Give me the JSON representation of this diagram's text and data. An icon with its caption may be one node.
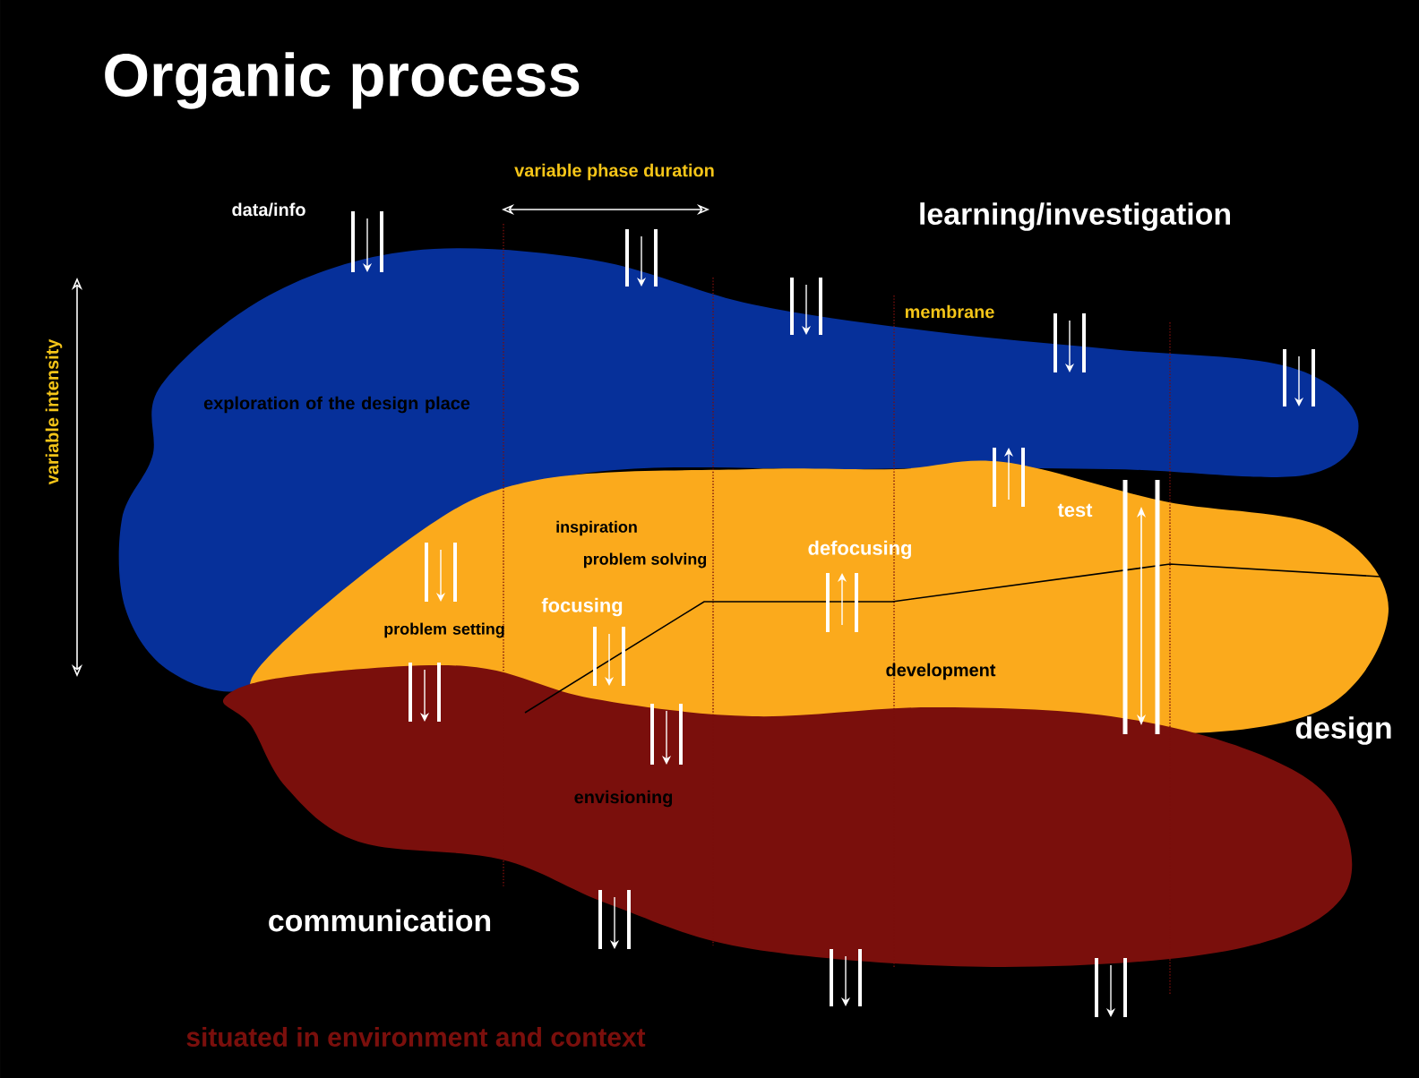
{
  "diagram": {
    "title": "Organic process",
    "nodes": [
      {
        "text": [
          "learning/investigation",
          "exploration of the design place"
        ]
      },
      {
        "text": [
          "design",
          "problem setting",
          "inspiration",
          "problem solving",
          "focusing",
          "defocusing",
          "test",
          "development"
        ]
      },
      {
        "text": [
          "communication",
          "envisioning"
        ]
      }
    ],
    "labels": [
      "variable phase duration",
      "data/info",
      "membrane",
      "variable intensity",
      "situated in environment and context"
    ]
  }
}
